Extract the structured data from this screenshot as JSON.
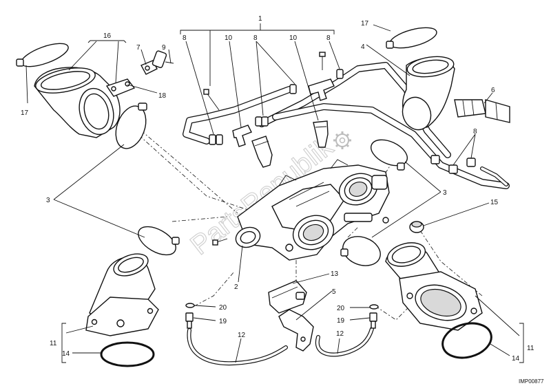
{
  "part_numbers": {
    "p1": "1",
    "p2": "2",
    "p3a": "3",
    "p3b": "3",
    "p4": "4",
    "p5": "5",
    "p6": "6",
    "p7": "7",
    "p8a": "8",
    "p8b": "8",
    "p8c": "8",
    "p8d": "8",
    "p9": "9",
    "p10a": "10",
    "p10b": "10",
    "p11a": "11",
    "p11b": "11",
    "p12a": "12",
    "p12b": "12",
    "p13": "13",
    "p14a": "14",
    "p14b": "14",
    "p15": "15",
    "p16": "16",
    "p17a": "17",
    "p17b": "17",
    "p18": "18",
    "p19a": "19",
    "p19b": "19",
    "p20a": "20",
    "p20b": "20"
  },
  "drawing_code": "IMP00877",
  "watermark": "PartsRepublik",
  "colors": {
    "line": "#111111",
    "watermark": "#bdbdbd",
    "background": "#ffffff"
  }
}
